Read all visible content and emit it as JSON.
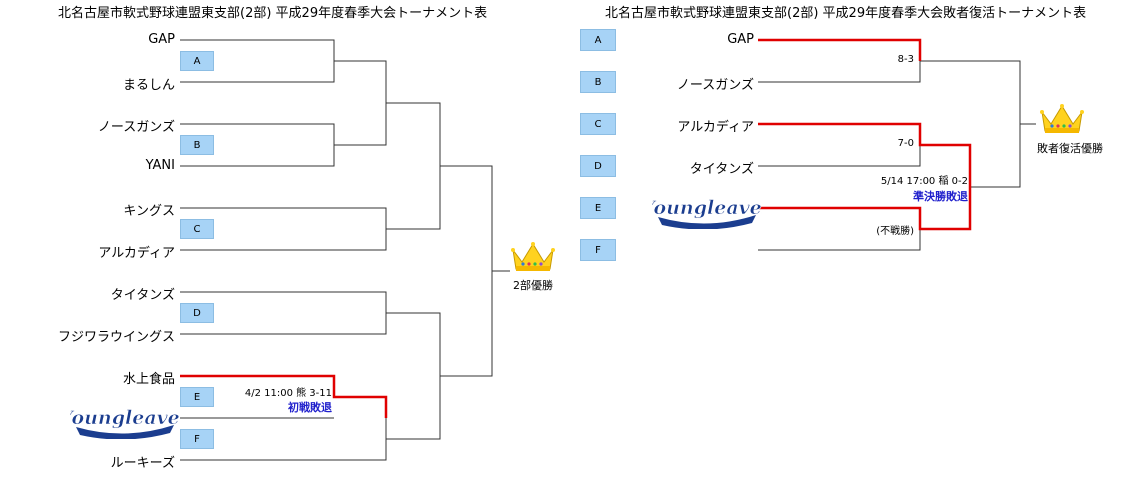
{
  "left": {
    "title": "北名古屋市軟式野球連盟東支部(2部) 平成29年度春季大会トーナメント表",
    "teams": [
      "GAP",
      "まるしん",
      "ノースガンズ",
      "YANI",
      "キングス",
      "アルカディア",
      "タイタンズ",
      "フジワラウイングス",
      "水上食品",
      "",
      "ルーキーズ"
    ],
    "seeds": [
      "A",
      "B",
      "C",
      "D",
      "E",
      "F"
    ],
    "match_note": "4/2 11:00 熊 3-11",
    "lost_label": "初戦敗退",
    "winner_label": "2部優勝"
  },
  "right": {
    "title": "北名古屋市軟式野球連盟東支部(2部) 平成29年度春季大会敗者復活トーナメント表",
    "seeds": [
      "A",
      "B",
      "C",
      "D",
      "E",
      "F"
    ],
    "teams": [
      "GAP",
      "ノースガンズ",
      "アルカディア",
      "タイタンズ",
      ""
    ],
    "scores": [
      "8-3",
      "7-0",
      "(不戦勝)"
    ],
    "semi_note": "5/14 17:00 稲 0-2",
    "lost_label": "準決勝敗退",
    "winner_label": "敗者復活優勝"
  },
  "logo_text": "Youngleaves",
  "colors": {
    "bracket_line": "#333333",
    "win_line": "#e00000",
    "seed_fill": "#a7d3f6",
    "lost_text": "#1f1fcc"
  },
  "icons": [
    "crown-icon",
    "youngleaves-logo"
  ]
}
